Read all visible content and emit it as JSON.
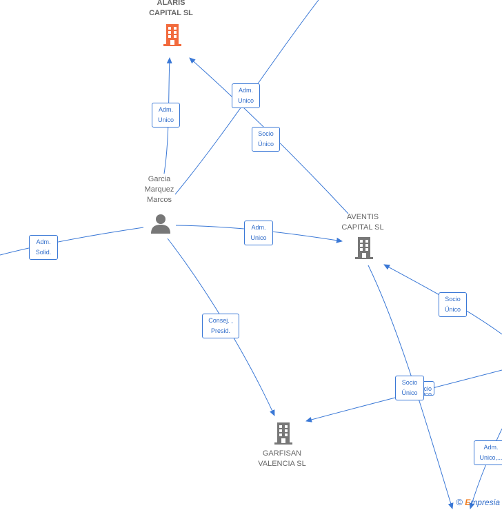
{
  "nodes": {
    "alaris": {
      "label": "ALARIS\nCAPITAL  SL",
      "color": "#f26a3c"
    },
    "person": {
      "label": "Garcia\nMarquez\nMarcos",
      "color": "#777777"
    },
    "aventis": {
      "label": "AVENTIS\nCAPITAL  SL",
      "color": "#777777"
    },
    "garfisan": {
      "label": "GARFISAN\nVALENCIA  SL",
      "color": "#777777"
    }
  },
  "edge_labels": {
    "adm_unico_alaris": "Adm.\nUnico",
    "adm_unico_top": "Adm.\nUnico",
    "socio_unico_top": "Socio\nÚnico",
    "adm_solid": "Adm.\nSolid.",
    "adm_unico_aventis": "Adm.\nUnico",
    "consej_presid": "Consej. ,\nPresid.",
    "socio_unico_right": "Socio\nÚnico",
    "socio_unico_bottom": "Socio\nÚnico",
    "socio_unico_bottom_hidden": "Socio\nÚnico",
    "adm_unico_bottom_right": "Adm.\nUnico,..."
  },
  "colors": {
    "edge": "#3a78d6",
    "badge_text": "#2e6bc9",
    "node_text": "#666666"
  },
  "watermark": {
    "copyright": "©",
    "brand_first": "E",
    "brand_rest": "mpresia"
  }
}
